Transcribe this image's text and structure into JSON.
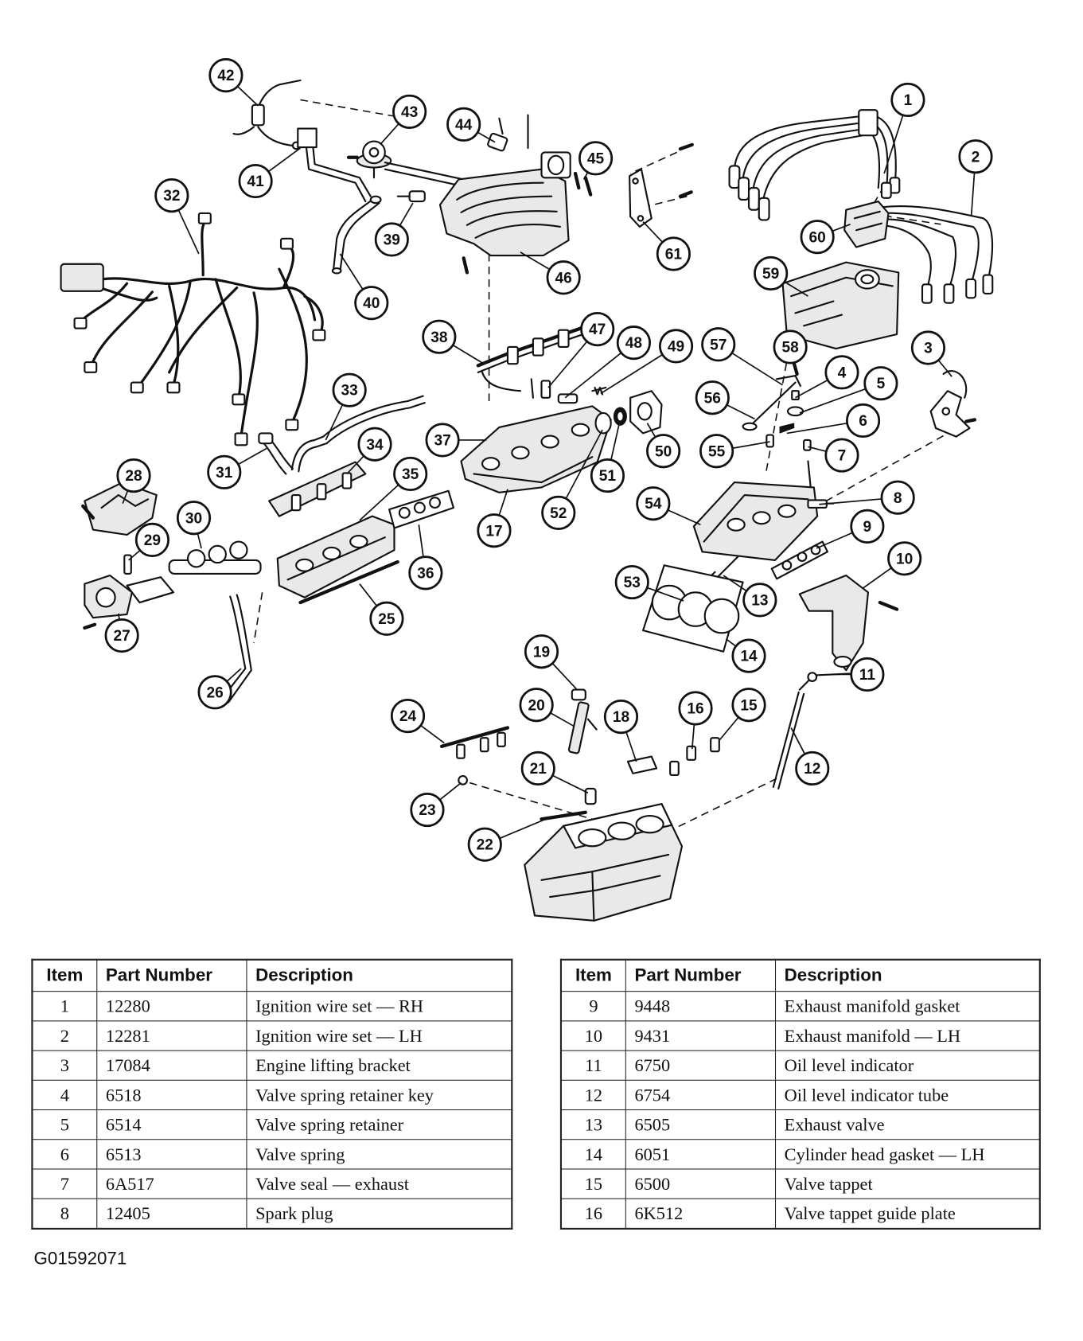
{
  "callouts": [
    "1",
    "2",
    "3",
    "4",
    "5",
    "6",
    "7",
    "8",
    "9",
    "10",
    "11",
    "12",
    "13",
    "14",
    "15",
    "16",
    "17",
    "18",
    "19",
    "20",
    "21",
    "22",
    "23",
    "24",
    "25",
    "26",
    "27",
    "28",
    "29",
    "30",
    "31",
    "32",
    "33",
    "34",
    "35",
    "36",
    "37",
    "38",
    "39",
    "40",
    "41",
    "42",
    "43",
    "44",
    "45",
    "46",
    "47",
    "48",
    "49",
    "50",
    "51",
    "52",
    "53",
    "54",
    "55",
    "56",
    "57",
    "58",
    "59",
    "60",
    "61"
  ],
  "tables": [
    {
      "headers": [
        "Item",
        "Part Number",
        "Description"
      ],
      "rows": [
        [
          "1",
          "12280",
          "Ignition wire set — RH"
        ],
        [
          "2",
          "12281",
          "Ignition wire set — LH"
        ],
        [
          "3",
          "17084",
          "Engine lifting bracket"
        ],
        [
          "4",
          "6518",
          "Valve spring retainer key"
        ],
        [
          "5",
          "6514",
          "Valve spring retainer"
        ],
        [
          "6",
          "6513",
          "Valve spring"
        ],
        [
          "7",
          "6A517",
          "Valve seal — exhaust"
        ],
        [
          "8",
          "12405",
          "Spark plug"
        ]
      ]
    },
    {
      "headers": [
        "Item",
        "Part Number",
        "Description"
      ],
      "rows": [
        [
          "9",
          "9448",
          "Exhaust manifold gasket"
        ],
        [
          "10",
          "9431",
          "Exhaust manifold — LH"
        ],
        [
          "11",
          "6750",
          "Oil level indicator"
        ],
        [
          "12",
          "6754",
          "Oil level indicator tube"
        ],
        [
          "13",
          "6505",
          "Exhaust valve"
        ],
        [
          "14",
          "6051",
          "Cylinder head gasket — LH"
        ],
        [
          "15",
          "6500",
          "Valve tappet"
        ],
        [
          "16",
          "6K512",
          "Valve tappet guide plate"
        ]
      ]
    }
  ],
  "figure_code": "G01592071"
}
